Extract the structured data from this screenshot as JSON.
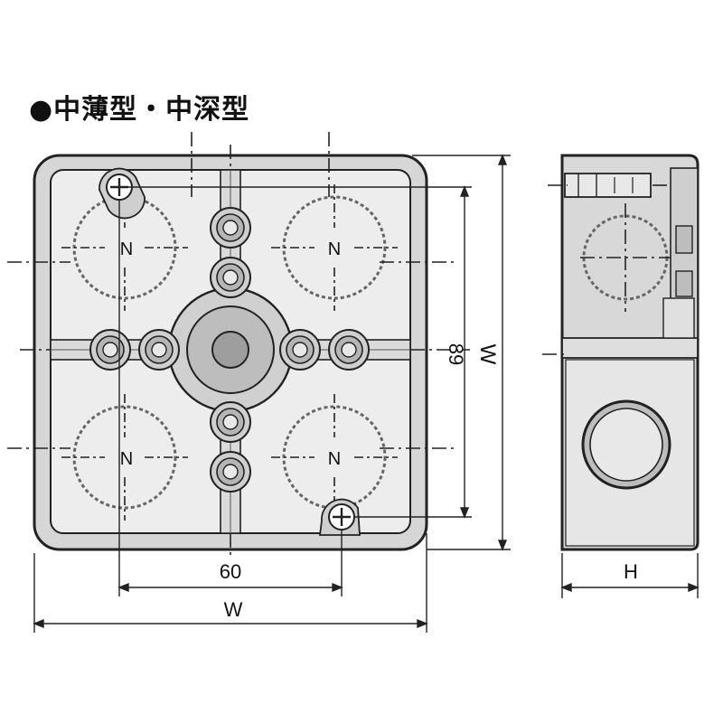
{
  "title": "●中薄型・中深型",
  "front_view": {
    "knockout_label": "N",
    "dim_screw_pitch": "60",
    "dim_height": "89",
    "dim_width": "W",
    "dim_side": "W"
  },
  "side_view": {
    "dim_depth": "H"
  },
  "colors": {
    "line": "#222222",
    "fill_light": "#e8e8e8",
    "fill_mid": "#d0d0d0",
    "fill_dark": "#9a9a9a"
  }
}
